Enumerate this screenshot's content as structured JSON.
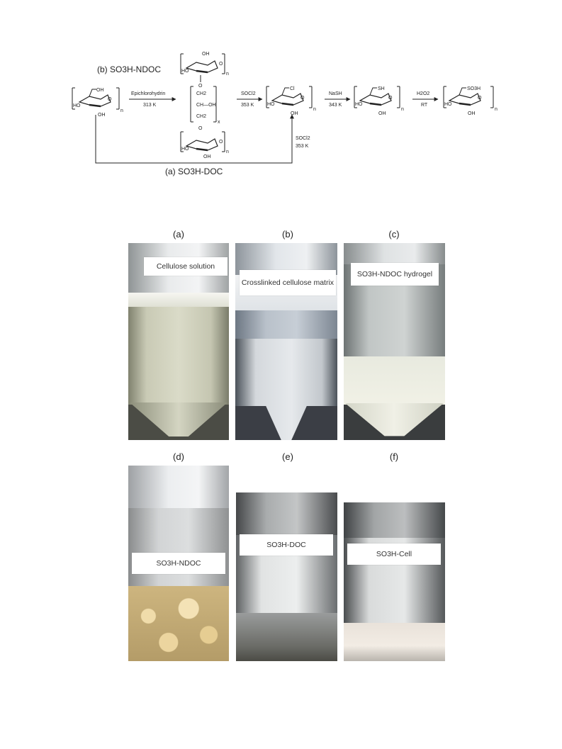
{
  "scheme": {
    "label_b": "(b) SO3H-NDOC",
    "label_a": "(a) SO3H-DOC",
    "reagents": {
      "epichlorohydrin": "Epichlorohydrin",
      "t313": "313 K",
      "socl2": "SOCl2",
      "t353": "353 K",
      "nash": "NaSH",
      "t343": "343 K",
      "h2o2": "H2O2",
      "rt": "RT"
    },
    "atoms": {
      "oh": "OH",
      "ho": "HO",
      "o": "O",
      "n": "n",
      "x": "x",
      "cl": "Cl",
      "sh": "SH",
      "so3h": "SO3H",
      "ch2": "CH2",
      "ch_oh": "CH—OH"
    }
  },
  "panels": {
    "a": {
      "letter": "(a)",
      "label": "Cellulose solution"
    },
    "b": {
      "letter": "(b)",
      "label": "Crosslinked cellulose matrix"
    },
    "c": {
      "letter": "(c)",
      "label": "SO3H-NDOC hydrogel"
    },
    "d": {
      "letter": "(d)",
      "label": "SO3H-NDOC"
    },
    "e": {
      "letter": "(e)",
      "label": "SO3H-DOC"
    },
    "f": {
      "letter": "(f)",
      "label": "SO3H-Cell"
    }
  }
}
